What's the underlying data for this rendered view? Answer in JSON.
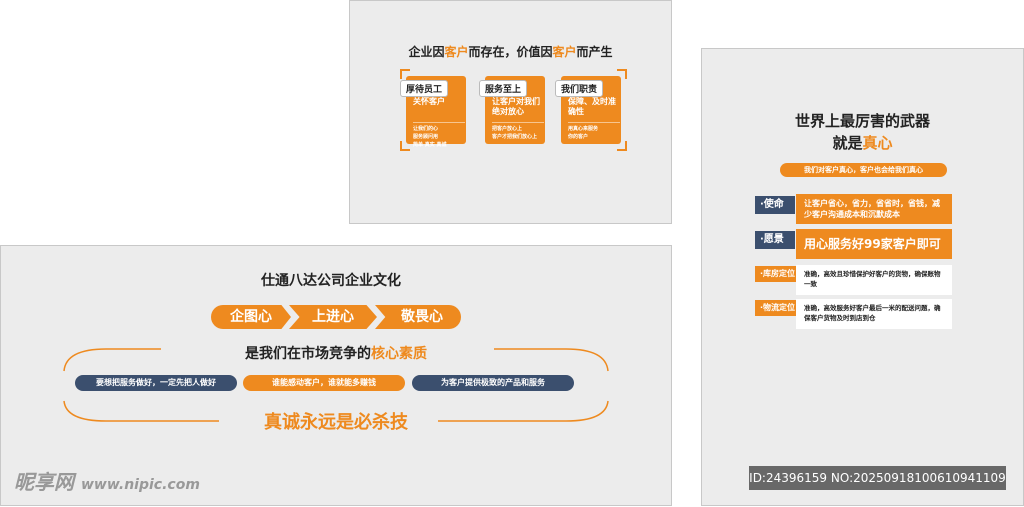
{
  "top_panel": {
    "title_a": "企业因",
    "title_b": "客户",
    "title_c": "而存在，价值因",
    "title_d": "客户",
    "title_e": "而产生",
    "cards": [
      {
        "tag": "厚待员工",
        "heading": "关怀客户",
        "sub": [
          "让我们的心",
          "服务顾问用",
          "简单 真实 真诚"
        ]
      },
      {
        "tag": "服务至上",
        "heading": "让客户对我们绝对放心",
        "sub": [
          "把客户放心上",
          "客户才把我们放心上"
        ]
      },
      {
        "tag": "我们职责",
        "heading": "保障、及时准确性",
        "sub": [
          "用真心来服务",
          "你的客户"
        ]
      }
    ]
  },
  "left_panel": {
    "title": "仕通八达公司企业文化",
    "values": [
      "企图心",
      "上进心",
      "敬畏心"
    ],
    "subtitle_a": "是我们在市场竞争的",
    "subtitle_b": "核心素质",
    "pills": [
      "要想把服务做好，一定先把人做好",
      "谁能感动客户，谁就能多赚钱",
      "为客户提供极致的产品和服务"
    ],
    "slogan": "真诚永远是必杀技"
  },
  "right_panel": {
    "title_line1": "世界上最厉害的武器",
    "title_line2a": "就是",
    "title_line2b": "真心",
    "banner": "我们对客户真心，客户也会给我们真心",
    "rows": [
      {
        "label": "·使命",
        "text": "让客户省心，省力，省省时，省钱，减少客户沟通成本和沉默成本"
      },
      {
        "label": "·愿景",
        "text": "用心服务好99家客户即可"
      },
      {
        "label": "·库房定位",
        "text": "准确，高效且珍惜保护好客户的货物，确保账物一致"
      },
      {
        "label": "·物流定位",
        "text": "准确，高效服务好客户最后一米的配送问题，确保客户货物及时到店到仓"
      }
    ]
  },
  "watermark": {
    "logo": "昵享网",
    "url": "www.nipic.com",
    "id": "ID:24396159 NO:20250918100610941109"
  },
  "colors": {
    "accent": "#ee8a1f",
    "navy": "#3b4f6e",
    "panel": "#ececec"
  }
}
